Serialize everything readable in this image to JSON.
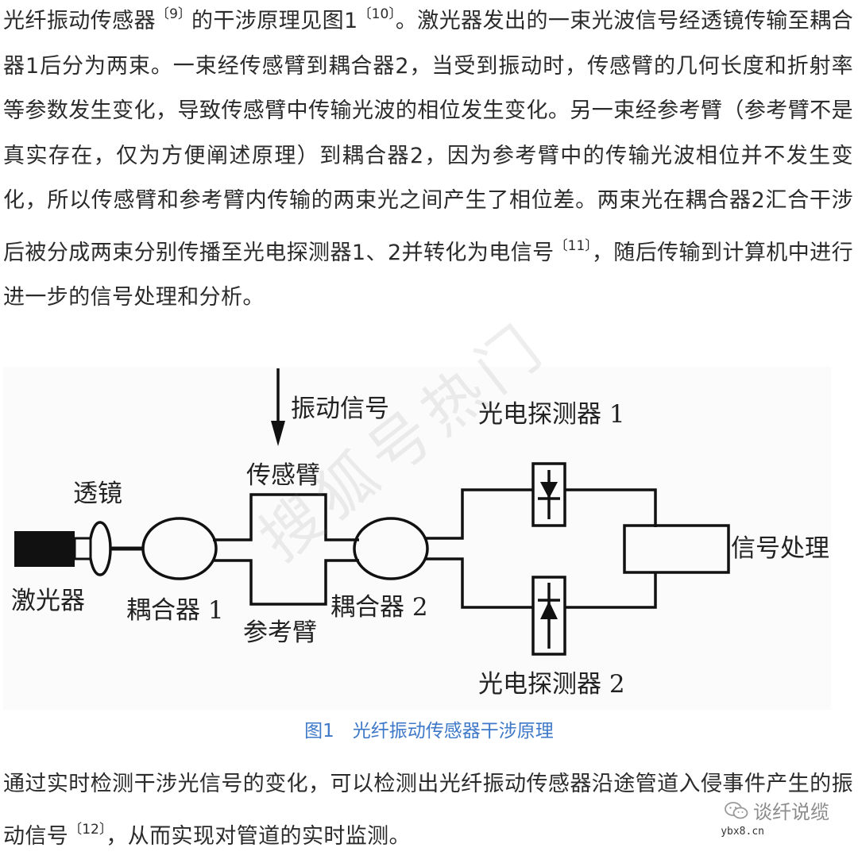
{
  "intro": {
    "s1": "光纤振动传感器",
    "ref1": "〔9〕",
    "s2": "的干涉原理见图1",
    "ref2": "〔10〕",
    "s3": "。激光器发出的一束光波信号经透镜传输至耦合器1后分为两束。一束经传感臂到耦合器2，当受到振动时，传感臂的几何长度和折射率等参数发生变化，导致传感臂中传输光波的相位发生变化。另一束经参考臂（参考臂不是真实存在，仅为方便阐述原理）到耦合器2，因为参考臂中的传输光波相位并不发生变化，所以传感臂和参考臂内传输的两束光之间产生了相位差。两束光在耦合器2汇合干涉后被分成两束分别传播至光电探测器1、2并转化为电信号",
    "ref3": "〔11〕",
    "s4": "，随后传输到计算机中进行进一步的信号处理和分析。"
  },
  "figure": {
    "labels": {
      "vibration": "振动信号",
      "detector1": "光电探测器 1",
      "sensing_arm": "传感臂",
      "lens": "透镜",
      "signal_processing": "信号处理",
      "laser": "激光器",
      "coupler1": "耦合器 1",
      "coupler2": "耦合器 2",
      "reference_arm": "参考臂",
      "detector2": "光电探测器 2"
    },
    "watermark": "搜狐号热门"
  },
  "caption": "图1　光纤振动传感器干涉原理",
  "conclusion": {
    "s1": "通过实时检测干涉光信号的变化，可以检测出光纤振动传感器沿途管道入侵事件产生的振动信号",
    "ref": "〔12〕",
    "s2": "，从而实现对管道的实时监测。"
  },
  "brand_watermark": {
    "name": "谈纤说缆",
    "url": "ybx8.cn",
    "icon": "wechat-icon"
  }
}
